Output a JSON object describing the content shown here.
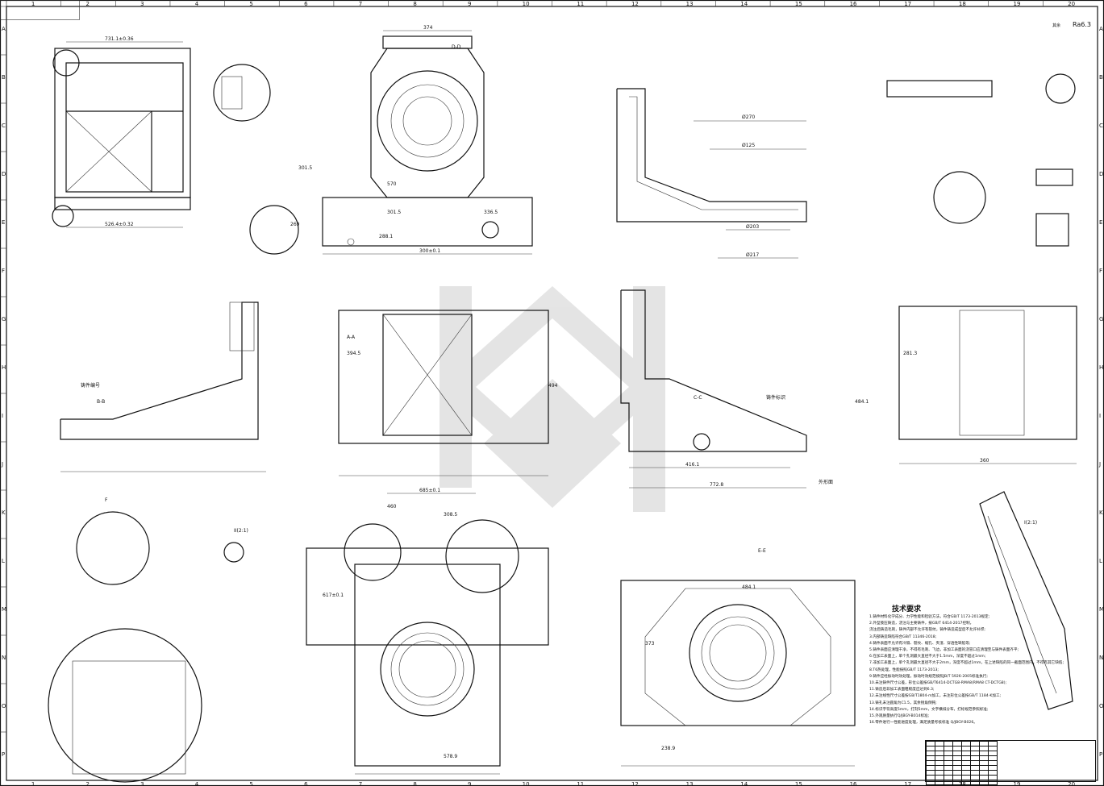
{
  "drawing": {
    "columns": [
      "1",
      "2",
      "3",
      "4",
      "5",
      "6",
      "7",
      "8",
      "9",
      "10",
      "11",
      "12",
      "13",
      "14",
      "15",
      "16",
      "17",
      "18",
      "19",
      "20"
    ],
    "rows": [
      "A",
      "B",
      "C",
      "D",
      "E",
      "F",
      "G",
      "H",
      "I",
      "J",
      "K",
      "L",
      "M",
      "N",
      "O",
      "P"
    ],
    "roughness": {
      "label": "其余",
      "value": "Ra6.3"
    },
    "dimensions": [
      "731.1±0.36",
      "526.4±0.32",
      "570",
      "374",
      "301.5",
      "336.5",
      "288.1",
      "301.5",
      "269",
      "300±0.1",
      "Ø270",
      "Ø125",
      "Ø203",
      "Ø217",
      "394.5",
      "416.1",
      "484.1",
      "494",
      "772.8",
      "685±0.1",
      "617±0.1",
      "460",
      "308.5",
      "578.9",
      "484.1",
      "373",
      "238.9",
      "281.3",
      "360"
    ],
    "annotations": [
      "铸件编号",
      "铸件标识",
      "外形面"
    ],
    "section_labels": [
      "A-A",
      "B-B",
      "C-C",
      "D-D",
      "E-E",
      "F",
      "I(2:1)",
      "II(2:1)"
    ]
  },
  "tech_requirements": {
    "title": "技术要求",
    "items": [
      "1.铸件材料化学成分、力学性能和检验方法，符合GB/T 1173-2013规定;",
      "2.外型肢压铸造，浇注与主要铸件，按GB/T 6414-2017控制，",
      "  浇注后铸造毛刺，铸件内部不允许有裂纹，铸件铸造成型后不允许补焊;",
      "3.内部铸造缺陷符合GB/T 11346-2018;",
      "4.铸件表面不允许有冷隔、裂纹、缩孔、夹渣、穿透性缺陷等;",
      "5.铸件表面应清理干净，不得有毛刺、飞边，非加工表面的浇冒口应清理至与铸件表面齐平;",
      "6.在加工表面上，单个孔洞最大直径不大于1.5mm，深度不超过1mm;",
      "7.非加工表面上，单个孔洞最大直径不大于2mm，深度不超过1mm，在上述缺陷的同一截面范围内，不得有其它缺陷;",
      "8.T6热处理，性能按照GB/T 1173-2013;",
      "9.铸件应经振动时效处理，振动时效规范按照JB/T 5926-2005标准执行;",
      "10.未注铸件尺寸公差，形位公差按GB/T6414-DCTG8-RMA8(RMA8 CT-DCTG8);",
      "11.铸造后非加工表面粗糙度应达到6.3;",
      "12.未注线性尺寸公差按GB/T1804-m加工，未注形位公差按GB/T 1184-K加工;",
      "13.铸孔未注圆角为C1.5，其余锐角倒钝;",
      "14.标识字符高度5mm，打刻5mm，文字横排分布，打标规范参照标准;",
      "15.外观质量执行Q/JBGY-B014标准;",
      "16.零件进行一性能进度处理，满足质量考核标准 Q/JBGY-B026。"
    ]
  }
}
